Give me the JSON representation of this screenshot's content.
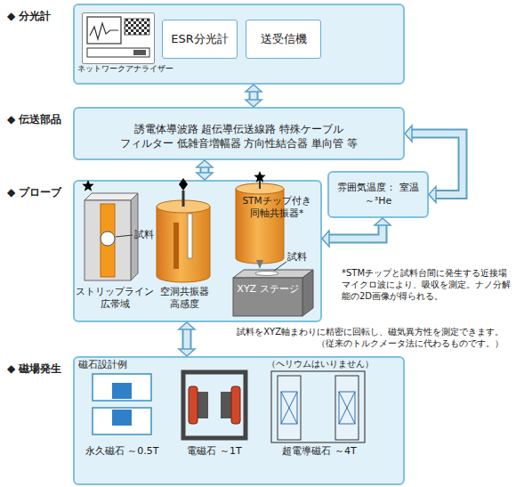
{
  "diagram": {
    "nodes": [
      {
        "text": [
          "◆ 分光計"
        ]
      },
      {
        "text": [
          "ネットワークアナライザー"
        ],
        "in": 0
      },
      {
        "text": [
          "ESR分光計"
        ],
        "in": 0
      },
      {
        "text": [
          "送受信機"
        ],
        "in": 0
      },
      {
        "text": [
          "◆ 伝送部品",
          "誘電体導波路 超伝導伝送線路 特殊ケーブル フィルター 低雑音増幅器 方向性結合器 単向管 等"
        ]
      },
      {
        "text": [
          "雰囲気温度： 室温～³He"
        ]
      },
      {
        "text": [
          "◆ プローブ"
        ]
      },
      {
        "text": [
          "◆ 磁場発生"
        ]
      }
    ],
    "edges": [
      {
        "from": 0,
        "to": 4,
        "arrow": "both"
      },
      {
        "from": 4,
        "to": 5,
        "arrow": "both"
      },
      {
        "from": 4,
        "to": 6,
        "arrow": "both"
      },
      {
        "from": 5,
        "to": 6,
        "arrow": "both"
      },
      {
        "from": 6,
        "to": 7,
        "arrow": "both"
      }
    ],
    "labels": [
      "試料",
      "ストリップライン 広帯域",
      "空洞共振器 高感度",
      "STMチップ付き 同軸共振器*",
      "試料",
      "XYZ ステージ",
      "*STMチップと試料台間に発生する近接場マイクロ波により、吸収を測定。ナノ分解能の2D画像が得られる。",
      "試料をXYZ軸まわりに精密に回転し、磁気異方性を測定できます。 （従来のトルクメータ法に代わるものです。）",
      "磁石設計例",
      "永久磁石 ～0.5T",
      "電磁石 ～1T",
      "（ヘリウムはいりません）",
      "超電導磁石 ～4T"
    ]
  }
}
